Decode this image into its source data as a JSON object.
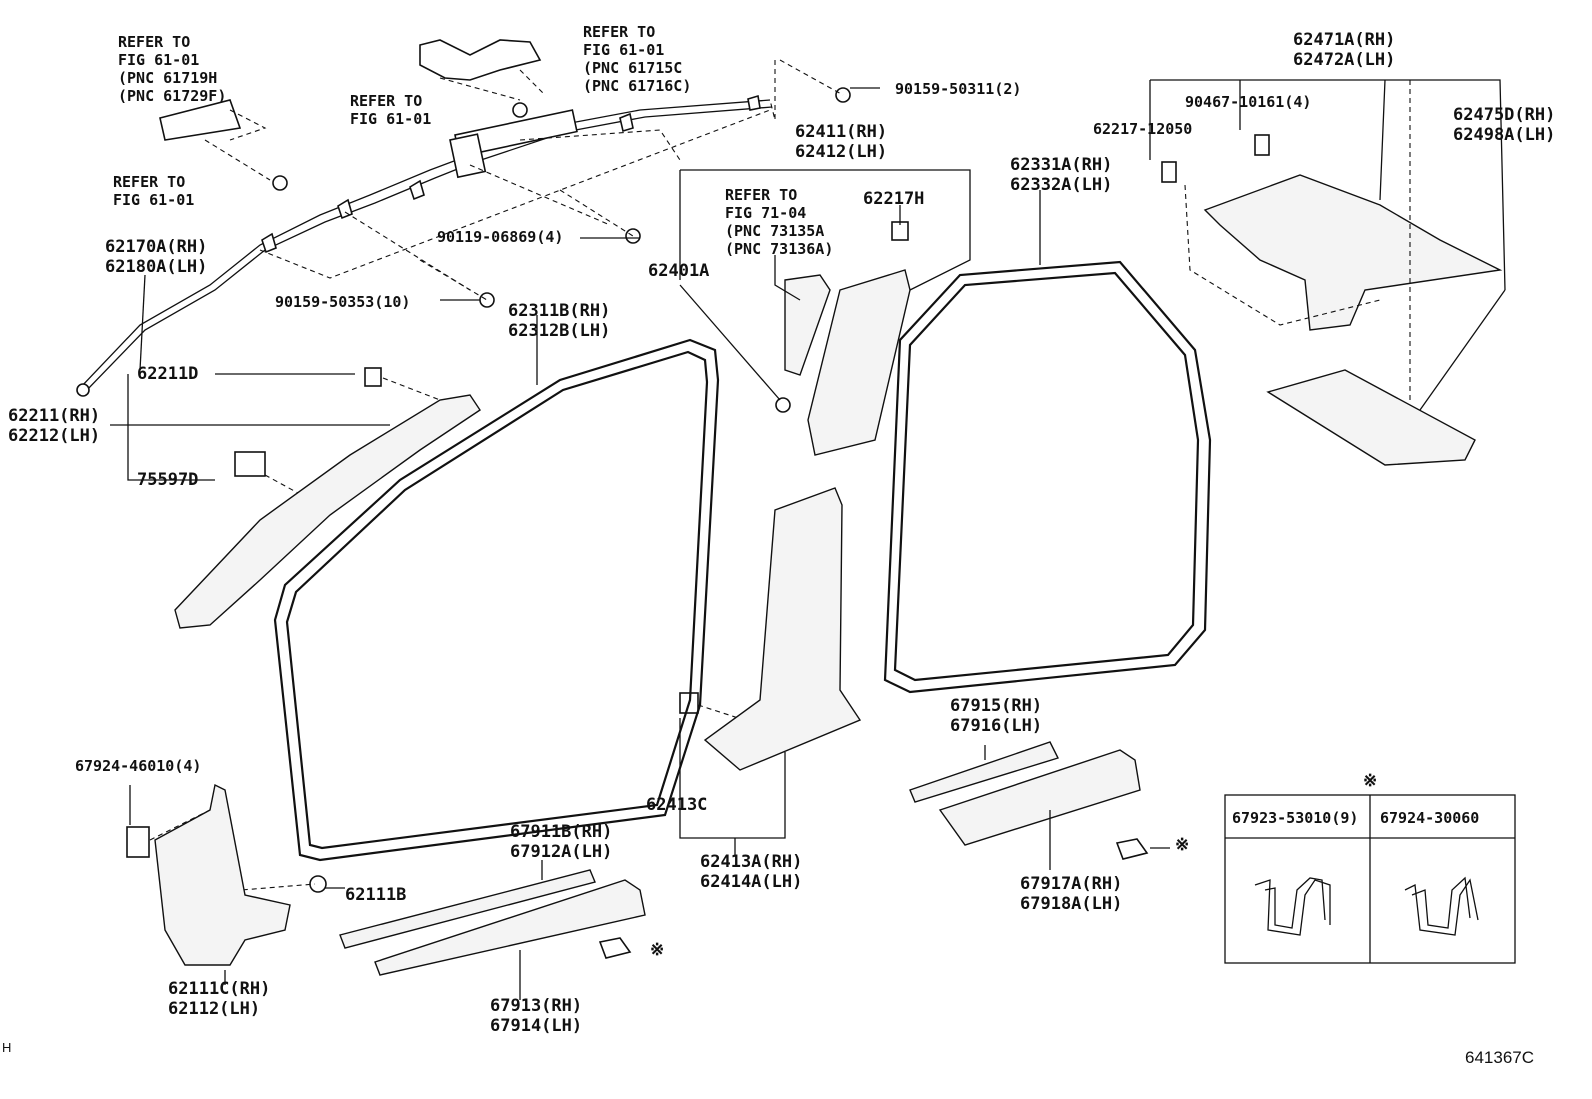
{
  "labels": {
    "ref_61719h": "REFER TO\nFIG 61-01\n(PNC 61719H\n(PNC 61729F)",
    "ref_bolt_left": "REFER TO\nFIG 61-01",
    "ref_61715c": "REFER TO\nFIG 61-01\n(PNC 61715C\n(PNC 61716C)",
    "ref_bolt_mid": "REFER TO\nFIG 61-01",
    "p_90159_50311": "90159-50311(2)",
    "p_90119_06869": "90119-06869(4)",
    "p_90159_50353": "90159-50353(10)",
    "p_62170a": "62170A(RH)\n62180A(LH)",
    "p_62211d": "62211D",
    "p_62211": "62211(RH)\n62212(LH)",
    "p_75597d": "75597D",
    "p_62311b": "62311B(RH)\n62312B(LH)",
    "p_62411": "62411(RH)\n62412(LH)",
    "ref_73135": "REFER TO\nFIG 71-04\n(PNC 73135A\n(PNC 73136A)",
    "p_62217h": "62217H",
    "p_62401a": "62401A",
    "p_62217_12050": "62217-12050",
    "p_90467": "90467-10161(4)",
    "p_62471a": "62471A(RH)\n62472A(LH)",
    "p_62475d": "62475D(RH)\n62498A(LH)",
    "p_62331a": "62331A(RH)\n62332A(LH)",
    "p_62413c": "62413C",
    "p_62413a": "62413A(RH)\n62414A(LH)",
    "p_67915": "67915(RH)\n67916(LH)",
    "p_67917a": "67917A(RH)\n67918A(LH)",
    "p_67924_46010": "67924-46010(4)",
    "p_62111b": "62111B",
    "p_62111c": "62111C(RH)\n62112(LH)",
    "p_67911b": "67911B(RH)\n67912A(LH)",
    "p_67913": "67913(RH)\n67914(LH)",
    "note_mark": "※",
    "box_left": "67923-53010(9)",
    "box_right": "67924-30060",
    "corner_h": "H",
    "diagram_id": "641367C"
  }
}
